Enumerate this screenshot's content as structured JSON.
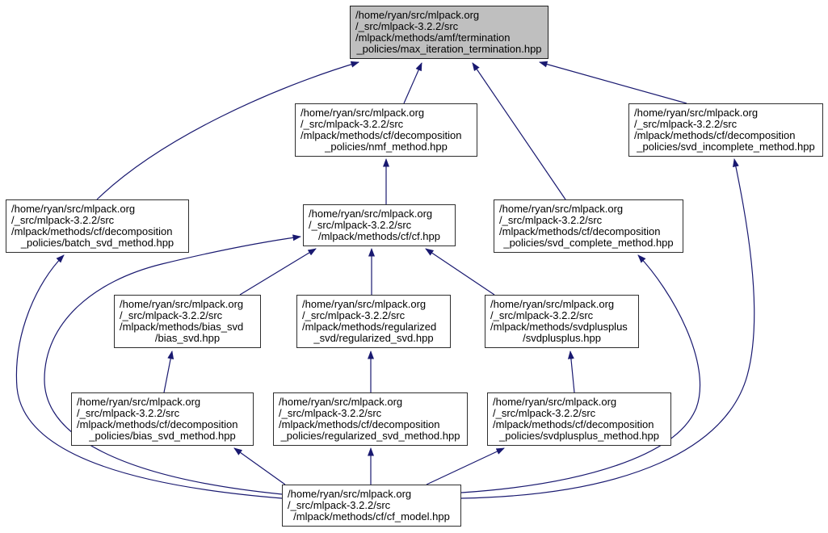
{
  "diagram": {
    "type": "doxygen-included-by-graph",
    "colors": {
      "edge": "#191970",
      "node_border": "#2e2e2e",
      "node_fill": "#ffffff",
      "highlight_fill": "#bfbfbf",
      "text": "#000000",
      "background": "#ffffff"
    },
    "nodes": [
      {
        "id": "max_iteration_termination",
        "highlighted": true,
        "lines": [
          "/home/ryan/src/mlpack.org",
          "/_src/mlpack-3.2.2/src",
          "/mlpack/methods/amf/termination",
          "_policies/max_iteration_termination.hpp"
        ]
      },
      {
        "id": "nmf_method",
        "highlighted": false,
        "lines": [
          "/home/ryan/src/mlpack.org",
          "/_src/mlpack-3.2.2/src",
          "/mlpack/methods/cf/decomposition",
          "_policies/nmf_method.hpp"
        ]
      },
      {
        "id": "svd_incomplete_method",
        "highlighted": false,
        "lines": [
          "/home/ryan/src/mlpack.org",
          "/_src/mlpack-3.2.2/src",
          "/mlpack/methods/cf/decomposition",
          "_policies/svd_incomplete_method.hpp"
        ]
      },
      {
        "id": "batch_svd_method",
        "highlighted": false,
        "lines": [
          "/home/ryan/src/mlpack.org",
          "/_src/mlpack-3.2.2/src",
          "/mlpack/methods/cf/decomposition",
          "_policies/batch_svd_method.hpp"
        ]
      },
      {
        "id": "cf",
        "highlighted": false,
        "lines": [
          "/home/ryan/src/mlpack.org",
          "/_src/mlpack-3.2.2/src",
          "/mlpack/methods/cf/cf.hpp"
        ]
      },
      {
        "id": "svd_complete_method",
        "highlighted": false,
        "lines": [
          "/home/ryan/src/mlpack.org",
          "/_src/mlpack-3.2.2/src",
          "/mlpack/methods/cf/decomposition",
          "_policies/svd_complete_method.hpp"
        ]
      },
      {
        "id": "bias_svd",
        "highlighted": false,
        "lines": [
          "/home/ryan/src/mlpack.org",
          "/_src/mlpack-3.2.2/src",
          "/mlpack/methods/bias_svd",
          "/bias_svd.hpp"
        ]
      },
      {
        "id": "regularized_svd",
        "highlighted": false,
        "lines": [
          "/home/ryan/src/mlpack.org",
          "/_src/mlpack-3.2.2/src",
          "/mlpack/methods/regularized",
          "_svd/regularized_svd.hpp"
        ]
      },
      {
        "id": "svdplusplus",
        "highlighted": false,
        "lines": [
          "/home/ryan/src/mlpack.org",
          "/_src/mlpack-3.2.2/src",
          "/mlpack/methods/svdplusplus",
          "/svdplusplus.hpp"
        ]
      },
      {
        "id": "bias_svd_method",
        "highlighted": false,
        "lines": [
          "/home/ryan/src/mlpack.org",
          "/_src/mlpack-3.2.2/src",
          "/mlpack/methods/cf/decomposition",
          "_policies/bias_svd_method.hpp"
        ]
      },
      {
        "id": "regularized_svd_method",
        "highlighted": false,
        "lines": [
          "/home/ryan/src/mlpack.org",
          "/_src/mlpack-3.2.2/src",
          "/mlpack/methods/cf/decomposition",
          "_policies/regularized_svd_method.hpp"
        ]
      },
      {
        "id": "svdplusplus_method",
        "highlighted": false,
        "lines": [
          "/home/ryan/src/mlpack.org",
          "/_src/mlpack-3.2.2/src",
          "/mlpack/methods/cf/decomposition",
          "_policies/svdplusplus_method.hpp"
        ]
      },
      {
        "id": "cf_model",
        "highlighted": false,
        "lines": [
          "/home/ryan/src/mlpack.org",
          "/_src/mlpack-3.2.2/src",
          "/mlpack/methods/cf/cf_model.hpp"
        ]
      }
    ],
    "edges": [
      {
        "from": "batch_svd_method",
        "to": "max_iteration_termination"
      },
      {
        "from": "nmf_method",
        "to": "max_iteration_termination"
      },
      {
        "from": "svd_complete_method",
        "to": "max_iteration_termination"
      },
      {
        "from": "svd_incomplete_method",
        "to": "max_iteration_termination"
      },
      {
        "from": "cf",
        "to": "nmf_method"
      },
      {
        "from": "bias_svd",
        "to": "cf"
      },
      {
        "from": "regularized_svd",
        "to": "cf"
      },
      {
        "from": "svdplusplus",
        "to": "cf"
      },
      {
        "from": "cf_model",
        "to": "cf"
      },
      {
        "from": "bias_svd_method",
        "to": "bias_svd"
      },
      {
        "from": "regularized_svd_method",
        "to": "regularized_svd"
      },
      {
        "from": "svdplusplus_method",
        "to": "svdplusplus"
      },
      {
        "from": "cf_model",
        "to": "bias_svd_method"
      },
      {
        "from": "cf_model",
        "to": "regularized_svd_method"
      },
      {
        "from": "cf_model",
        "to": "svdplusplus_method"
      },
      {
        "from": "cf_model",
        "to": "batch_svd_method"
      },
      {
        "from": "cf_model",
        "to": "svd_complete_method"
      },
      {
        "from": "cf_model",
        "to": "svd_incomplete_method"
      }
    ]
  }
}
